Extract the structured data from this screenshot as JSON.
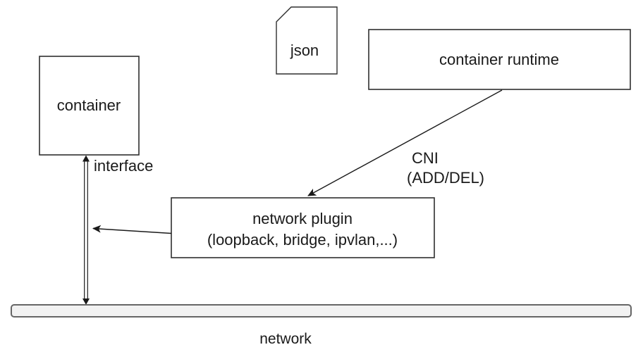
{
  "diagram_type": "architecture-flow",
  "nodes": {
    "json_file": {
      "label": "json"
    },
    "container_runtime": {
      "label": "container runtime"
    },
    "container": {
      "label": "container"
    },
    "network_plugin": {
      "line1": "network plugin",
      "line2": "(loopback, bridge, ipvlan,...)"
    },
    "network": {
      "label": "network"
    }
  },
  "edges": {
    "cni_call": {
      "from": "container runtime",
      "to": "network plugin",
      "label_line1": "CNI",
      "label_line2": "(ADD/DEL)"
    },
    "plugin_to_interface": {
      "from": "network plugin",
      "to": "interface"
    },
    "interface_link": {
      "from": "container",
      "to": "network",
      "label": "interface"
    }
  },
  "colors": {
    "background": "#ffffff",
    "box_fill": "#ffffff",
    "box_border": "#2f2f2f",
    "line": "#1a1a1a",
    "text": "#1a1a1a",
    "network_bar_fill": "#f2f2f2",
    "network_bar_border": "#666666"
  }
}
